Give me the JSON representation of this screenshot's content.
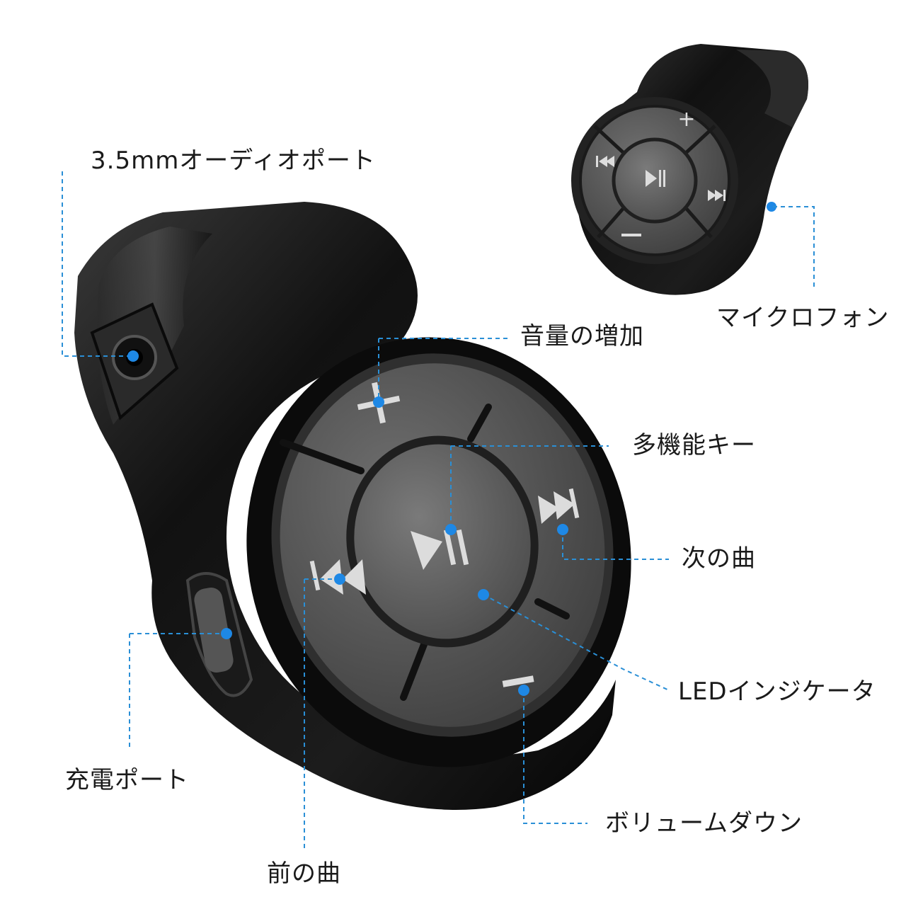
{
  "labels": {
    "audio_port": "3.5mmオーディオポート",
    "microphone": "マイクロフォン",
    "volume_up": "音量の増加",
    "multi_key": "多機能キー",
    "next_track": "次の曲",
    "led_indicator": "LEDインジケータ",
    "charging_port": "充電ポート",
    "volume_down": "ボリュームダウン",
    "previous_track": "前の曲"
  },
  "colors": {
    "leader_line": "#2a8fd6",
    "leader_dot": "#1e88e5",
    "device_body": "#141414",
    "button_face": "#5a5a5a",
    "center_button": "#6b6b6b"
  },
  "icons": {
    "volume_up": "plus-icon",
    "volume_down": "minus-icon",
    "next_track": "next-track-icon",
    "previous_track": "previous-track-icon",
    "play_pause": "play-pause-icon"
  }
}
